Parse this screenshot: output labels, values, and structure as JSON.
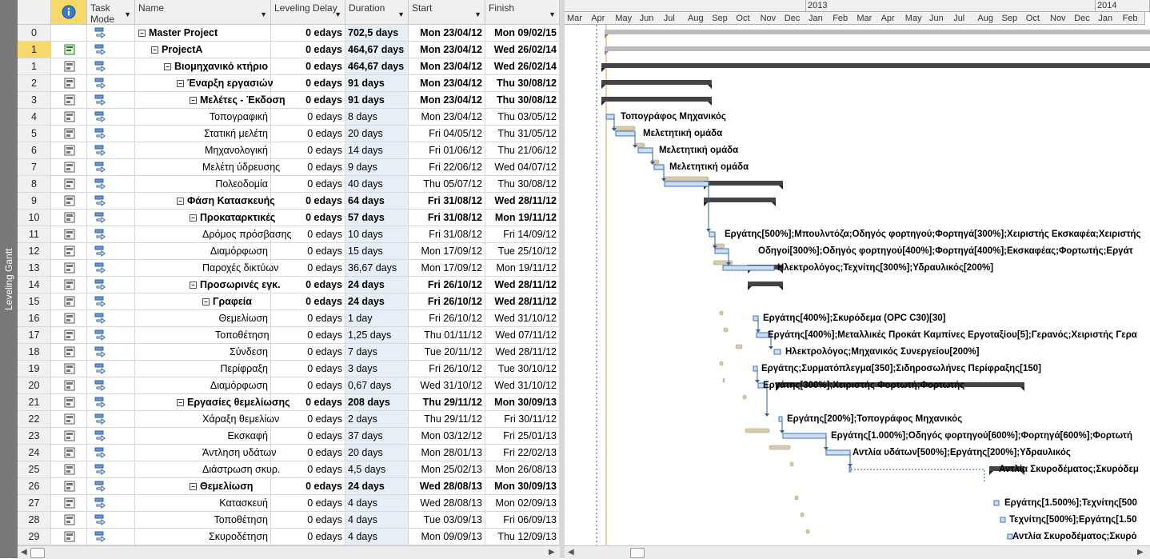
{
  "view_label": "Leveling Gantt",
  "columns": {
    "info_icon": "info-icon",
    "task_mode": "Task Mode",
    "name": "Name",
    "leveling_delay": "Leveling Delay",
    "duration": "Duration",
    "start": "Start",
    "finish": "Finish"
  },
  "timescale": {
    "years": [
      "2013",
      "2014"
    ],
    "months": [
      "Mar",
      "Apr",
      "May",
      "Jun",
      "Jul",
      "Aug",
      "Sep",
      "Oct",
      "Nov",
      "Dec",
      "Jan",
      "Feb",
      "Mar",
      "Apr",
      "May",
      "Jun",
      "Jul",
      "Aug",
      "Sep",
      "Oct",
      "Nov",
      "Dec",
      "Jan",
      "Feb"
    ]
  },
  "rows": [
    {
      "id": "0",
      "name": "Master Project",
      "lev": "0 edays",
      "dur": "702,5 days",
      "start": "Mon 23/04/12",
      "fin": "Mon 09/02/15",
      "level": 0,
      "summary": true,
      "icon": "none"
    },
    {
      "id": "1",
      "name": "ProjectA",
      "lev": "0 edays",
      "dur": "464,67 days",
      "start": "Mon 23/04/12",
      "fin": "Wed 26/02/14",
      "level": 1,
      "summary": true,
      "icon": "project",
      "selected": true
    },
    {
      "id": "1",
      "name": "Βιομηχανικό κτήριο",
      "lev": "0 edays",
      "dur": "464,67 days",
      "start": "Mon 23/04/12",
      "fin": "Wed 26/02/14",
      "level": 2,
      "summary": true,
      "icon": "task"
    },
    {
      "id": "2",
      "name": "Έναρξη εργασιών",
      "lev": "0 edays",
      "dur": "91 days",
      "start": "Mon 23/04/12",
      "fin": "Thu 30/08/12",
      "level": 3,
      "summary": true,
      "icon": "task"
    },
    {
      "id": "3",
      "name": "Μελέτες - Έκδοση",
      "lev": "0 edays",
      "dur": "91 days",
      "start": "Mon 23/04/12",
      "fin": "Thu 30/08/12",
      "level": 4,
      "summary": true,
      "icon": "task"
    },
    {
      "id": "4",
      "name": "Τοπογραφική",
      "lev": "0 edays",
      "dur": "8 days",
      "start": "Mon 23/04/12",
      "fin": "Thu 03/05/12",
      "level": 5,
      "summary": false,
      "icon": "task"
    },
    {
      "id": "5",
      "name": "Στατική μελέτη",
      "lev": "0 edays",
      "dur": "20 days",
      "start": "Fri 04/05/12",
      "fin": "Thu 31/05/12",
      "level": 5,
      "summary": false,
      "icon": "task"
    },
    {
      "id": "6",
      "name": "Μηχανολογική",
      "lev": "0 edays",
      "dur": "14 days",
      "start": "Fri 01/06/12",
      "fin": "Thu 21/06/12",
      "level": 5,
      "summary": false,
      "icon": "task"
    },
    {
      "id": "7",
      "name": "Μελέτη ύδρευσης",
      "lev": "0 edays",
      "dur": "9 days",
      "start": "Fri 22/06/12",
      "fin": "Wed 04/07/12",
      "level": 5,
      "summary": false,
      "icon": "task"
    },
    {
      "id": "8",
      "name": "Πολεοδομία",
      "lev": "0 edays",
      "dur": "40 days",
      "start": "Thu 05/07/12",
      "fin": "Thu 30/08/12",
      "level": 5,
      "summary": false,
      "icon": "task"
    },
    {
      "id": "9",
      "name": "Φάση Κατασκευής",
      "lev": "0 edays",
      "dur": "64 days",
      "start": "Fri 31/08/12",
      "fin": "Wed 28/11/12",
      "level": 3,
      "summary": true,
      "icon": "task"
    },
    {
      "id": "10",
      "name": "Προκαταρκτικές",
      "lev": "0 edays",
      "dur": "57 days",
      "start": "Fri 31/08/12",
      "fin": "Mon 19/11/12",
      "level": 4,
      "summary": true,
      "icon": "task"
    },
    {
      "id": "11",
      "name": "Δρόμος πρόσβασης",
      "lev": "0 edays",
      "dur": "10 days",
      "start": "Fri 31/08/12",
      "fin": "Fri 14/09/12",
      "level": 5,
      "summary": false,
      "icon": "task"
    },
    {
      "id": "12",
      "name": "Διαμόρφωση",
      "lev": "0 edays",
      "dur": "15 days",
      "start": "Mon 17/09/12",
      "fin": "Tue 25/10/12",
      "level": 5,
      "summary": false,
      "icon": "task"
    },
    {
      "id": "13",
      "name": "Παροχές δικτύων",
      "lev": "0 edays",
      "dur": "36,67 days",
      "start": "Mon 17/09/12",
      "fin": "Mon 19/11/12",
      "level": 5,
      "summary": false,
      "icon": "task"
    },
    {
      "id": "14",
      "name": "Προσωρινές εγκ.",
      "lev": "0 edays",
      "dur": "24 days",
      "start": "Fri 26/10/12",
      "fin": "Wed 28/11/12",
      "level": 4,
      "summary": true,
      "icon": "task"
    },
    {
      "id": "15",
      "name": "Γραφεία",
      "lev": "0 edays",
      "dur": "24 days",
      "start": "Fri 26/10/12",
      "fin": "Wed 28/11/12",
      "level": 5,
      "summary": true,
      "icon": "task"
    },
    {
      "id": "16",
      "name": "Θεμελίωση",
      "lev": "0 edays",
      "dur": "1 day",
      "start": "Fri 26/10/12",
      "fin": "Wed 31/10/12",
      "level": 6,
      "summary": false,
      "icon": "task"
    },
    {
      "id": "17",
      "name": "Τοποθέτηση",
      "lev": "0 edays",
      "dur": "1,25 days",
      "start": "Thu 01/11/12",
      "fin": "Wed 07/11/12",
      "level": 6,
      "summary": false,
      "icon": "task"
    },
    {
      "id": "18",
      "name": "Σύνδεση",
      "lev": "0 edays",
      "dur": "7 days",
      "start": "Tue 20/11/12",
      "fin": "Wed 28/11/12",
      "level": 6,
      "summary": false,
      "icon": "task"
    },
    {
      "id": "19",
      "name": "Περίφραξη",
      "lev": "0 edays",
      "dur": "3 days",
      "start": "Fri 26/10/12",
      "fin": "Tue 30/10/12",
      "level": 5,
      "summary": false,
      "icon": "task"
    },
    {
      "id": "20",
      "name": "Διαμόρφωση",
      "lev": "0 edays",
      "dur": "0,67 days",
      "start": "Wed 31/10/12",
      "fin": "Wed 31/10/12",
      "level": 5,
      "summary": false,
      "icon": "task"
    },
    {
      "id": "21",
      "name": "Εργασίες θεμελίωσης",
      "lev": "0 edays",
      "dur": "208 days",
      "start": "Thu 29/11/12",
      "fin": "Mon 30/09/13",
      "level": 3,
      "summary": true,
      "icon": "task"
    },
    {
      "id": "22",
      "name": "Χάραξη θεμελίων",
      "lev": "0 edays",
      "dur": "2 days",
      "start": "Thu 29/11/12",
      "fin": "Fri 30/11/12",
      "level": 5,
      "summary": false,
      "icon": "task"
    },
    {
      "id": "23",
      "name": "Εκσκαφή",
      "lev": "0 edays",
      "dur": "37 days",
      "start": "Mon 03/12/12",
      "fin": "Fri 25/01/13",
      "level": 5,
      "summary": false,
      "icon": "task"
    },
    {
      "id": "24",
      "name": "Άντληση υδάτων",
      "lev": "0 edays",
      "dur": "20 days",
      "start": "Mon 28/01/13",
      "fin": "Fri 22/02/13",
      "level": 5,
      "summary": false,
      "icon": "task"
    },
    {
      "id": "25",
      "name": "Διάστρωση σκυρ.",
      "lev": "0 edays",
      "dur": "4,5 days",
      "start": "Mon 25/02/13",
      "fin": "Mon 26/08/13",
      "level": 5,
      "summary": false,
      "icon": "task"
    },
    {
      "id": "26",
      "name": "Θεμελίωση",
      "lev": "0 edays",
      "dur": "24 days",
      "start": "Wed 28/08/13",
      "fin": "Mon 30/09/13",
      "level": 4,
      "summary": true,
      "icon": "task"
    },
    {
      "id": "27",
      "name": "Κατασκευή",
      "lev": "0 edays",
      "dur": "4 days",
      "start": "Wed 28/08/13",
      "fin": "Mon 02/09/13",
      "level": 5,
      "summary": false,
      "icon": "task"
    },
    {
      "id": "28",
      "name": "Τοποθέτηση",
      "lev": "0 edays",
      "dur": "4 days",
      "start": "Tue 03/09/13",
      "fin": "Fri 06/09/13",
      "level": 5,
      "summary": false,
      "icon": "task"
    },
    {
      "id": "29",
      "name": "Σκυροδέτηση",
      "lev": "0 edays",
      "dur": "4 days",
      "start": "Mon 09/09/13",
      "fin": "Thu 12/09/13",
      "level": 5,
      "summary": false,
      "icon": "task"
    }
  ],
  "gantt_labels": [
    {
      "row": 5,
      "text": "Τοπογράφος Μηχανικός"
    },
    {
      "row": 6,
      "text": "Μελετητική ομάδα"
    },
    {
      "row": 7,
      "text": "Μελετητική ομάδα"
    },
    {
      "row": 8,
      "text": "Μελετητική ομάδα"
    },
    {
      "row": 12,
      "text": "Εργάτης[500%];Μπουλντόζα;Οδηγός φορτηγού;Φορτηγά[300%];Χειριστής Εκσκαφέα;Χειριστής"
    },
    {
      "row": 13,
      "text": "Οδηγοί[300%];Οδηγός φορτηγού[400%];Φορτηγά[400%];Εκσκαφέας;Φορτωτής;Εργάτ"
    },
    {
      "row": 14,
      "text": "Ηλεκτρολόγος;Τεχνίτης[300%];Υδραυλικός[200%]"
    },
    {
      "row": 17,
      "text": "Εργάτης[400%];Σκυρόδεμα (OPC C30)[30]"
    },
    {
      "row": 18,
      "text": "Εργάτης[400%];Μεταλλικές Προκάτ Καμπίνες Εργοταξίου[5];Γερανός;Χειριστής Γερα"
    },
    {
      "row": 19,
      "text": "Ηλεκτρολόγος;Μηχανικός Συνεργείου[200%]"
    },
    {
      "row": 20,
      "text": "Εργάτης;Συρματόπλεγμα[350];Σιδηροσωλήνες Περίφραξης[150]"
    },
    {
      "row": 21,
      "text": "Εργάτης[300%];Χειριστής Φορτωτή;Φορτωτής"
    },
    {
      "row": 23,
      "text": "Εργάτης[200%];Τοπογράφος Μηχανικός"
    },
    {
      "row": 24,
      "text": "Εργάτης[1.000%];Οδηγός φορτηγού[600%];Φορτηγά[600%];Φορτωτή"
    },
    {
      "row": 25,
      "text": "Αντλία υδάτων[500%];Εργάτης[200%];Υδραυλικός"
    },
    {
      "row": 26,
      "text": "Αντλία Σκυροδέματος;Σκυρόδεμ"
    },
    {
      "row": 28,
      "text": "Εργάτης[1.500%];Τεχνίτης[500"
    },
    {
      "row": 29,
      "text": "Τεχνίτης[500%];Εργάτης[1.50"
    },
    {
      "row": 30,
      "text": "Αντλία Σκυροδέματος;Σκυρό"
    }
  ]
}
